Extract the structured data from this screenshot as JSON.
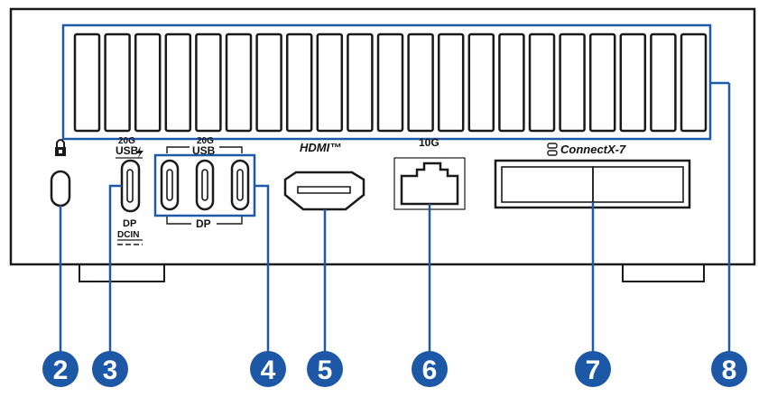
{
  "colors": {
    "outline": "#1a1a1a",
    "callout_blue": "#1e5aa8",
    "callout_circle": "#1c58a6",
    "callout_text": "#ffffff",
    "background": "#ffffff"
  },
  "labels": {
    "usb_20g_left_speed": "20G",
    "usb_left_name": "USB",
    "usb_left_power_icon": "lightning-icon",
    "dp_left": "DP",
    "dcin": "DCIN",
    "usb_20g_group_speed": "20G",
    "usb_group_name": "USB",
    "dp_group": "DP",
    "hdmi": "HDMI™",
    "lan_speed": "10G",
    "connectx": "ConnectX-7"
  },
  "icons": {
    "lock": "kensington-lock-icon",
    "connectx": "network-link-icon"
  },
  "callouts": [
    "2",
    "3",
    "4",
    "5",
    "6",
    "7",
    "8"
  ]
}
